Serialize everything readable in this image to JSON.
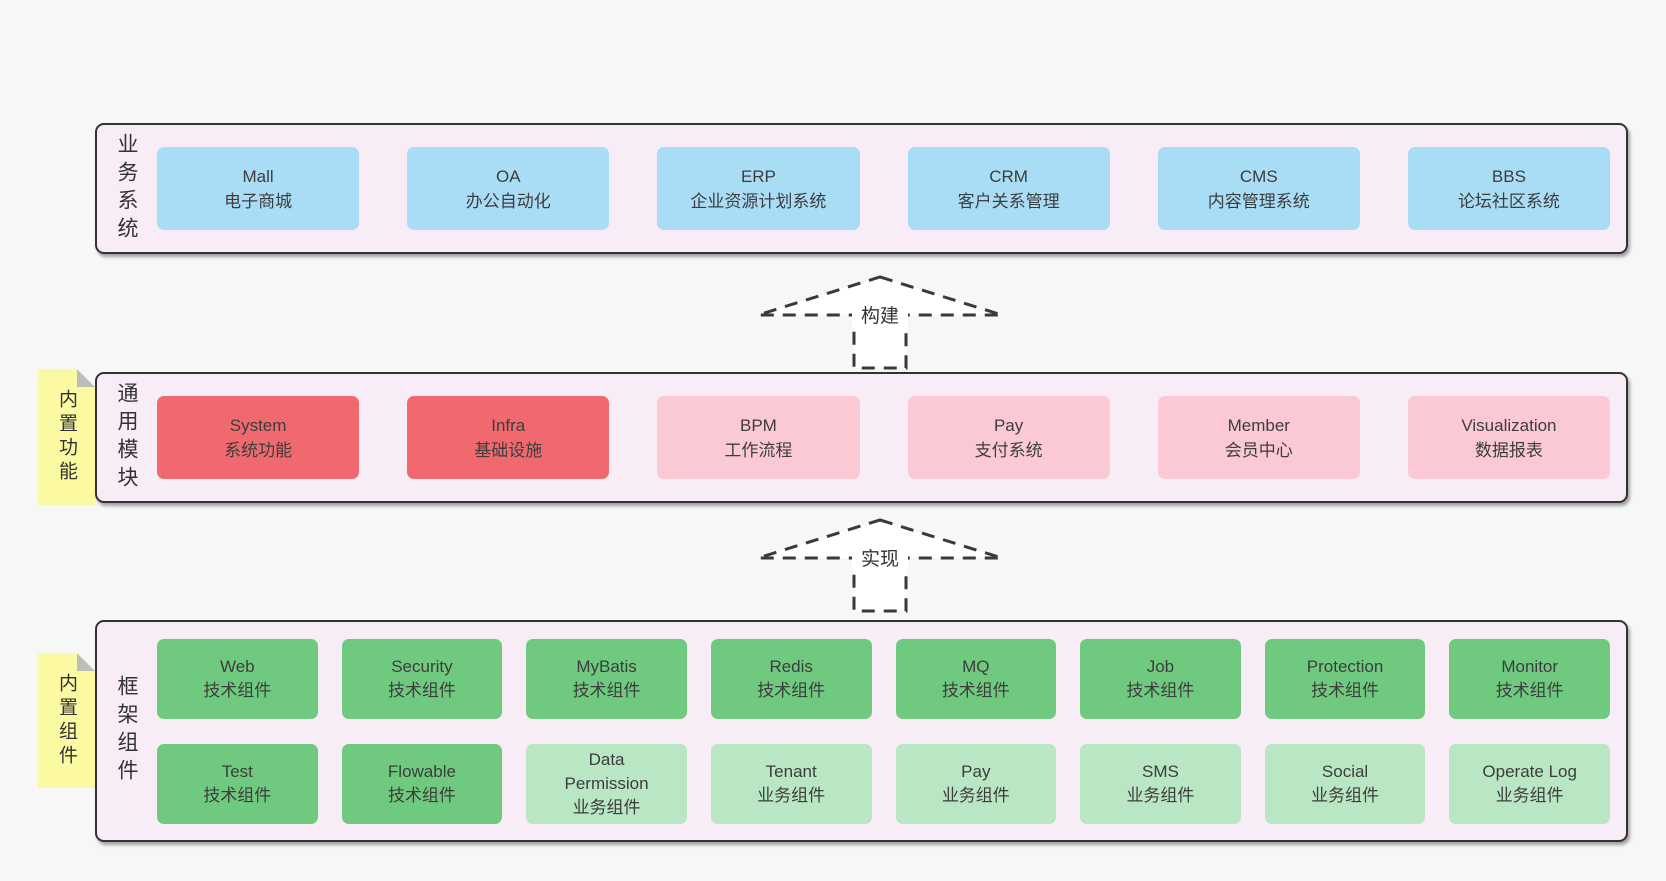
{
  "colors": {
    "page_background": "#f7f7f7",
    "panel_background": "#f8edf6",
    "panel_border": "#333333",
    "blue_box": "#a9dcf5",
    "red_box": "#f0696e",
    "pink_box": "#fbc9d3",
    "green_box": "#6fca80",
    "light_green_box": "#b9e6c3",
    "note_yellow": "#fbf9a2",
    "note_fold_gray": "#bdbdbd",
    "text": "#3d3d3d"
  },
  "top_section": {
    "label": "业务系统",
    "boxes": [
      {
        "name": "Mall",
        "desc": "电子商城"
      },
      {
        "name": "OA",
        "desc": "办公自动化"
      },
      {
        "name": "ERP",
        "desc": "企业资源计划系统"
      },
      {
        "name": "CRM",
        "desc": "客户关系管理"
      },
      {
        "name": "CMS",
        "desc": "内容管理系统"
      },
      {
        "name": "BBS",
        "desc": "论坛社区系统"
      }
    ]
  },
  "arrow_build": {
    "label": "构建"
  },
  "arrow_implement": {
    "label": "实现"
  },
  "middle_section": {
    "note": "内置功能",
    "label": "通用模块",
    "boxes": [
      {
        "name": "System",
        "desc": "系统功能"
      },
      {
        "name": "Infra",
        "desc": "基础设施"
      },
      {
        "name": "BPM",
        "desc": "工作流程"
      },
      {
        "name": "Pay",
        "desc": "支付系统"
      },
      {
        "name": "Member",
        "desc": "会员中心"
      },
      {
        "name": "Visualization",
        "desc": "数据报表"
      }
    ]
  },
  "bottom_section": {
    "note": "内置组件",
    "label": "框架组件",
    "row1": [
      {
        "name": "Web",
        "desc": "技术组件"
      },
      {
        "name": "Security",
        "desc": "技术组件"
      },
      {
        "name": "MyBatis",
        "desc": "技术组件"
      },
      {
        "name": "Redis",
        "desc": "技术组件"
      },
      {
        "name": "MQ",
        "desc": "技术组件"
      },
      {
        "name": "Job",
        "desc": "技术组件"
      },
      {
        "name": "Protection",
        "desc": "技术组件"
      },
      {
        "name": "Monitor",
        "desc": "技术组件"
      }
    ],
    "row2": [
      {
        "name": "Test",
        "desc": "技术组件"
      },
      {
        "name": "Flowable",
        "desc": "技术组件"
      },
      {
        "name": "Data Permission",
        "desc": "业务组件"
      },
      {
        "name": "Tenant",
        "desc": "业务组件"
      },
      {
        "name": "Pay",
        "desc": "业务组件"
      },
      {
        "name": "SMS",
        "desc": "业务组件"
      },
      {
        "name": "Social",
        "desc": "业务组件"
      },
      {
        "name": "Operate Log",
        "desc": "业务组件"
      }
    ]
  }
}
